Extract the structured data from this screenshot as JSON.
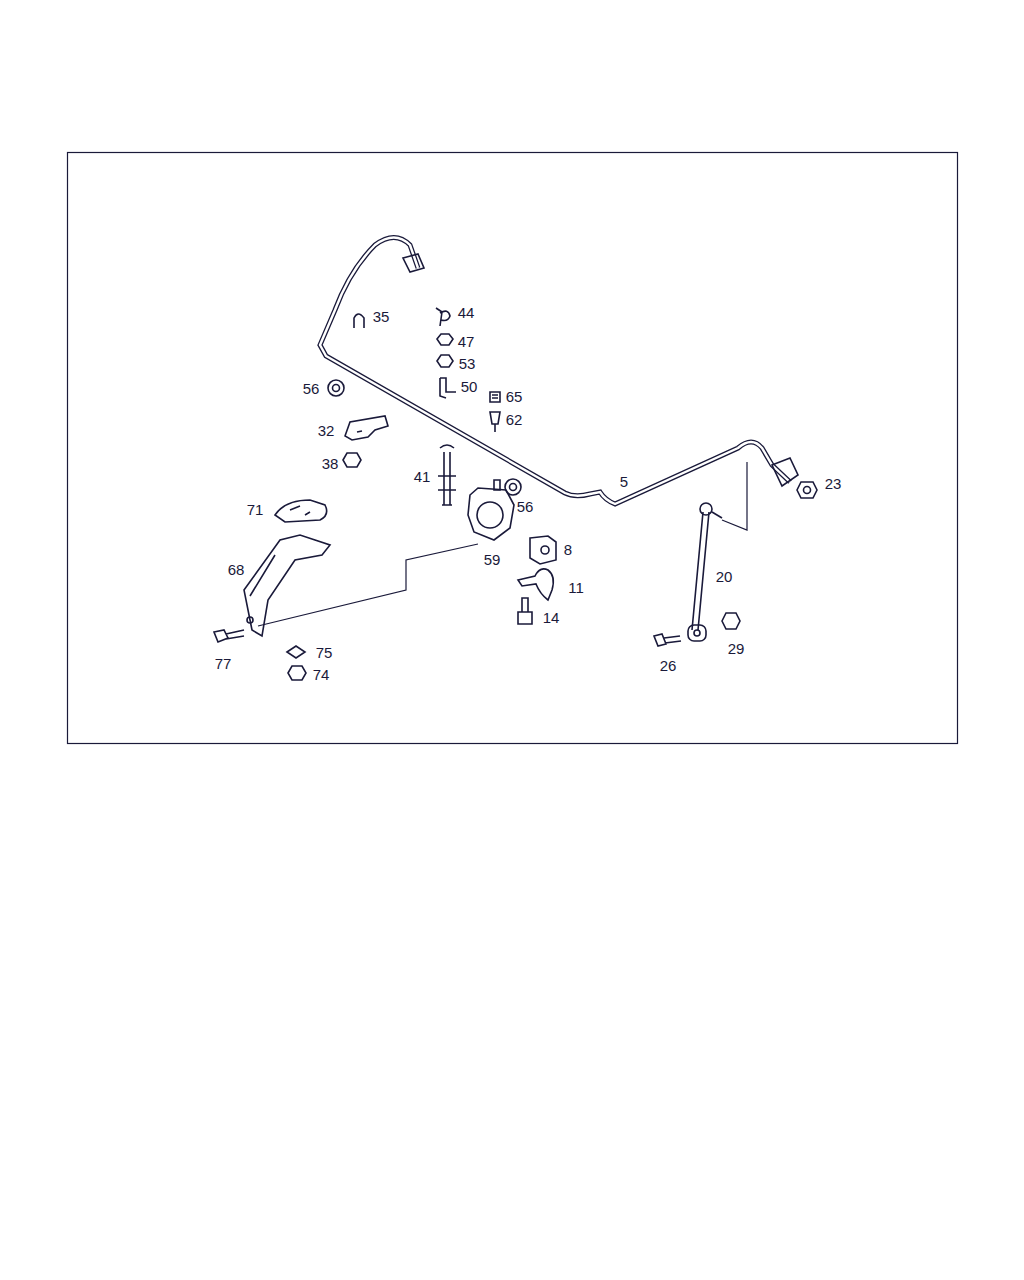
{
  "diagram": {
    "labels": [
      "35",
      "44",
      "47",
      "53",
      "56",
      "50",
      "65",
      "62",
      "32",
      "38",
      "41",
      "5",
      "23",
      "56",
      "71",
      "59",
      "8",
      "68",
      "20",
      "11",
      "14",
      "26",
      "29",
      "77",
      "75",
      "74"
    ]
  }
}
